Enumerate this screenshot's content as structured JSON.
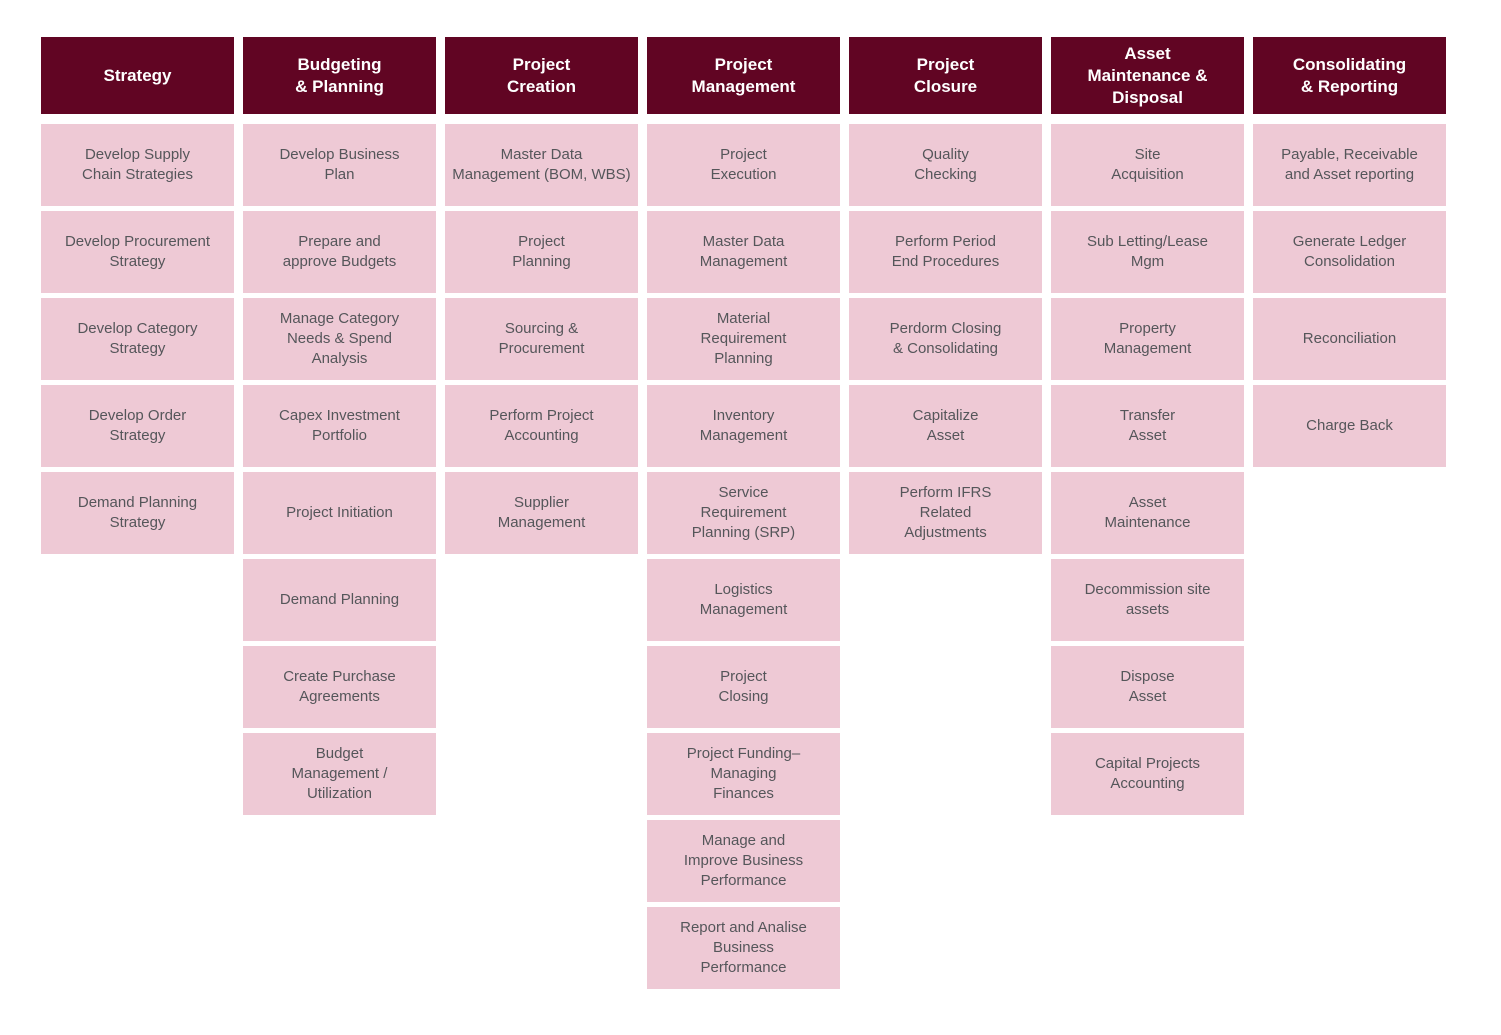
{
  "colors": {
    "header_bg": "#610523",
    "header_text": "#ffffff",
    "cell_bg": "#eec9d5",
    "cell_text": "#55565a",
    "page_bg": "#ffffff"
  },
  "columns": [
    {
      "title": "Strategy",
      "cells": [
        "Develop Supply\nChain Strategies",
        "Develop Procurement\nStrategy",
        "Develop Category\nStrategy",
        "Develop Order\nStrategy",
        "Demand Planning\nStrategy"
      ]
    },
    {
      "title": "Budgeting\n& Planning",
      "cells": [
        "Develop Business\nPlan",
        "Prepare and\napprove Budgets",
        "Manage Category\nNeeds & Spend\nAnalysis",
        "Capex Investment\nPortfolio",
        "Project Initiation",
        "Demand Planning",
        "Create Purchase\nAgreements",
        "Budget\nManagement /\nUtilization"
      ]
    },
    {
      "title": "Project\nCreation",
      "cells": [
        "Master Data\nManagement (BOM, WBS)",
        "Project\nPlanning",
        "Sourcing &\nProcurement",
        "Perform Project\nAccounting",
        "Supplier\nManagement"
      ]
    },
    {
      "title": "Project\nManagement",
      "cells": [
        "Project\nExecution",
        "Master Data\nManagement",
        "Material\nRequirement\nPlanning",
        "Inventory\nManagement",
        "Service\nRequirement\nPlanning (SRP)",
        "Logistics\nManagement",
        "Project\nClosing",
        "Project Funding–\nManaging\nFinances",
        "Manage and\nImprove Business\nPerformance",
        "Report and Analise\nBusiness\nPerformance"
      ]
    },
    {
      "title": "Project\nClosure",
      "cells": [
        "Quality\nChecking",
        "Perform Period\nEnd Procedures",
        "Perdorm Closing\n& Consolidating",
        "Capitalize\nAsset",
        "Perform IFRS\nRelated\nAdjustments"
      ]
    },
    {
      "title": "Asset\nMaintenance &\nDisposal",
      "cells": [
        "Site\nAcquisition",
        "Sub Letting/Lease\nMgm",
        "Property\nManagement",
        "Transfer\nAsset",
        "Asset\nMaintenance",
        "Decommission site\nassets",
        "Dispose\nAsset",
        "Capital Projects\nAccounting"
      ]
    },
    {
      "title": "Consolidating\n& Reporting",
      "cells": [
        "Payable, Receivable\nand Asset reporting",
        "Generate Ledger\nConsolidation",
        "Reconciliation",
        "Charge Back"
      ]
    }
  ]
}
